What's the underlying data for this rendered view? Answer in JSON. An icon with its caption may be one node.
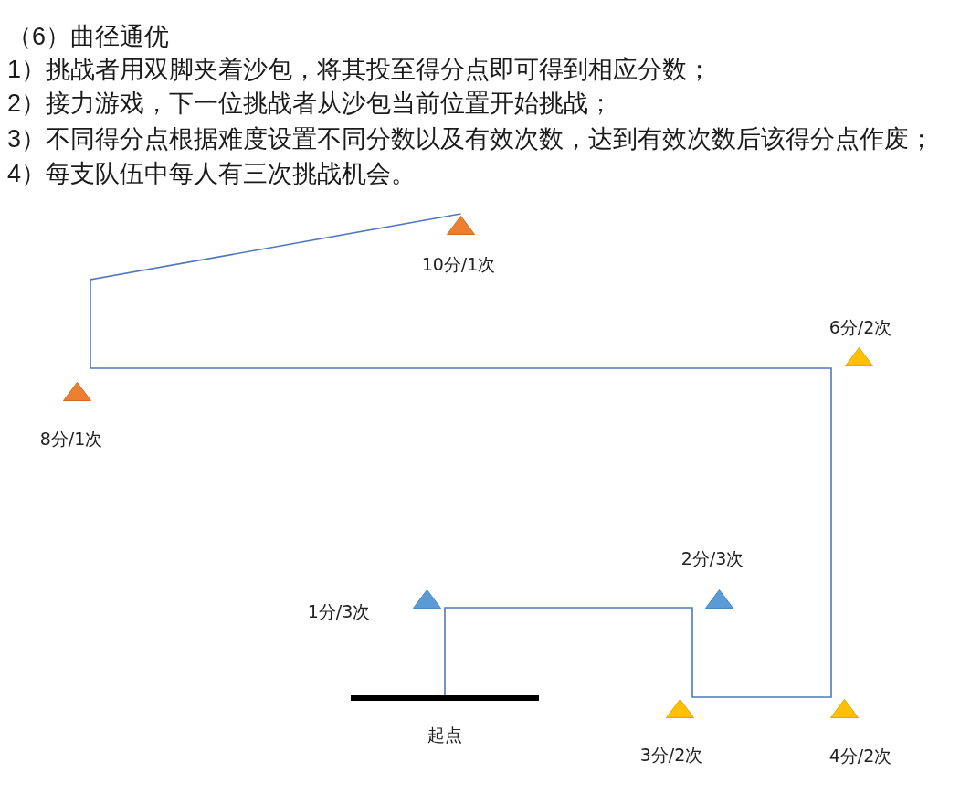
{
  "diagram": {
    "title": "（6）曲径通优",
    "nodes": [
      {
        "text": [],
        "shape": "triangle",
        "beside": [
          "10分/1次"
        ]
      },
      {
        "text": [],
        "shape": "triangle",
        "beside": [
          "6分/2次"
        ]
      },
      {
        "text": [],
        "shape": "triangle",
        "beside": [
          "8分/1次"
        ]
      },
      {
        "text": [],
        "shape": "triangle",
        "beside": [
          "1分/3次"
        ]
      },
      {
        "text": [],
        "shape": "triangle",
        "beside": [
          "2分/3次"
        ]
      },
      {
        "text": [],
        "shape": "bar",
        "beside": [
          "起点"
        ]
      },
      {
        "text": [],
        "shape": "triangle",
        "beside": [
          "3分/2次"
        ]
      },
      {
        "text": [],
        "shape": "triangle",
        "beside": [
          "4分/2次"
        ]
      }
    ],
    "edges": [
      {
        "from": 5,
        "to": 0,
        "arrow": "none"
      }
    ],
    "labels": [
      "1）挑战者用双脚夹着沙包，将其投至得分点即可得到相应分数；",
      "2）接力游戏，下一位挑战者从沙包当前位置开始挑战；",
      "3）不同得分点根据难度设置不同分数以及有效次数，达到有效次数后该得分点作废；",
      "4）每支队伍中每人有三次挑战机会。"
    ]
  }
}
